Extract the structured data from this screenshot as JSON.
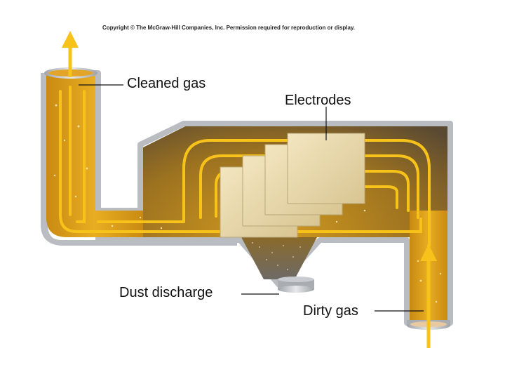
{
  "header": {
    "copyright": "Copyright © The McGraw-Hill Companies, Inc. Permission required for reproduction or display."
  },
  "labels": {
    "cleaned_gas": "Cleaned gas",
    "electrodes": "Electrodes",
    "dust_discharge": "Dust discharge",
    "dirty_gas": "Dirty gas"
  },
  "colors": {
    "gas": "#e8a817",
    "gas_dark": "#9a6a10",
    "housing": "#b9bcc0",
    "flow_arrow": "#f5c518",
    "electrode": "#eadbb0",
    "dust": "#7a6a55"
  }
}
